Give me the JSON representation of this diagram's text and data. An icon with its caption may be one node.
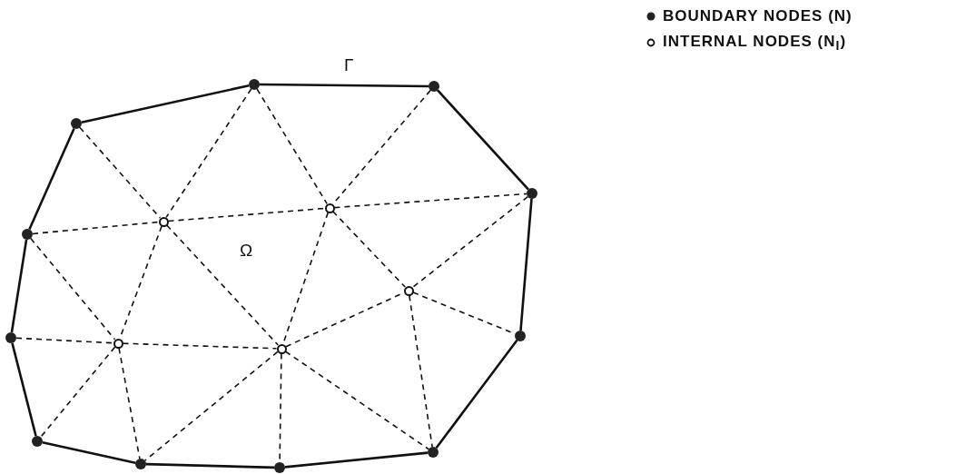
{
  "diagram": {
    "nodes": [
      {
        "text": [],
        "shape": "circle"
      },
      {
        "text": [],
        "shape": "circle"
      },
      {
        "text": [],
        "shape": "circle"
      },
      {
        "text": [],
        "shape": "circle"
      },
      {
        "text": [],
        "shape": "circle"
      },
      {
        "text": [],
        "shape": "circle"
      },
      {
        "text": [],
        "shape": "circle"
      },
      {
        "text": [],
        "shape": "circle"
      },
      {
        "text": [],
        "shape": "circle"
      },
      {
        "text": [],
        "shape": "circle"
      },
      {
        "text": [],
        "shape": "circle"
      },
      {
        "text": [],
        "shape": "circle"
      },
      {
        "text": [],
        "shape": "circle"
      },
      {
        "text": [],
        "shape": "circle"
      },
      {
        "text": [],
        "shape": "circle"
      },
      {
        "text": [],
        "shape": "circle"
      }
    ],
    "edges": [
      {
        "from": 2,
        "to": 0,
        "arrow": "none"
      },
      {
        "from": 0,
        "to": 1,
        "arrow": "none"
      },
      {
        "from": 1,
        "to": 3,
        "arrow": "none"
      },
      {
        "from": 3,
        "to": 8,
        "arrow": "none"
      },
      {
        "from": 8,
        "to": 13,
        "arrow": "none"
      },
      {
        "from": 13,
        "to": 15,
        "arrow": "none"
      },
      {
        "from": 15,
        "to": 14,
        "arrow": "none"
      },
      {
        "from": 14,
        "to": 12,
        "arrow": "none"
      },
      {
        "from": 12,
        "to": 9,
        "arrow": "none"
      },
      {
        "from": 9,
        "to": 6,
        "arrow": "none"
      },
      {
        "from": 6,
        "to": 2,
        "arrow": "none"
      },
      {
        "from": 2,
        "to": 5,
        "arrow": "none",
        "style": "dashed"
      },
      {
        "from": 0,
        "to": 5,
        "arrow": "none",
        "style": "dashed"
      },
      {
        "from": 0,
        "to": 4,
        "arrow": "none",
        "style": "dashed"
      },
      {
        "from": 1,
        "to": 4,
        "arrow": "none",
        "style": "dashed"
      },
      {
        "from": 6,
        "to": 5,
        "arrow": "none",
        "style": "dashed"
      },
      {
        "from": 5,
        "to": 4,
        "arrow": "none",
        "style": "dashed"
      },
      {
        "from": 4,
        "to": 3,
        "arrow": "none",
        "style": "dashed"
      },
      {
        "from": 3,
        "to": 7,
        "arrow": "none",
        "style": "dashed"
      },
      {
        "from": 4,
        "to": 7,
        "arrow": "none",
        "style": "dashed"
      },
      {
        "from": 4,
        "to": 11,
        "arrow": "none",
        "style": "dashed"
      },
      {
        "from": 5,
        "to": 11,
        "arrow": "none",
        "style": "dashed"
      },
      {
        "from": 5,
        "to": 10,
        "arrow": "none",
        "style": "dashed"
      },
      {
        "from": 6,
        "to": 10,
        "arrow": "none",
        "style": "dashed"
      },
      {
        "from": 9,
        "to": 10,
        "arrow": "none",
        "style": "dashed"
      },
      {
        "from": 10,
        "to": 11,
        "arrow": "none",
        "style": "dashed"
      },
      {
        "from": 10,
        "to": 12,
        "arrow": "none",
        "style": "dashed"
      },
      {
        "from": 10,
        "to": 14,
        "arrow": "none",
        "style": "dashed"
      },
      {
        "from": 11,
        "to": 14,
        "arrow": "none",
        "style": "dashed"
      },
      {
        "from": 11,
        "to": 15,
        "arrow": "none",
        "style": "dashed"
      },
      {
        "from": 11,
        "to": 13,
        "arrow": "none",
        "style": "dashed"
      },
      {
        "from": 11,
        "to": 7,
        "arrow": "none",
        "style": "dashed"
      },
      {
        "from": 7,
        "to": 8,
        "arrow": "none",
        "style": "dashed"
      },
      {
        "from": 7,
        "to": 13,
        "arrow": "none",
        "style": "dashed"
      }
    ],
    "labels": [
      "Γ",
      "Ω"
    ],
    "legend": [
      {
        "text": "BOUNDARY NODES (N)"
      },
      {
        "text": "INTERNAL NODES (N$_{I}$)"
      }
    ]
  }
}
